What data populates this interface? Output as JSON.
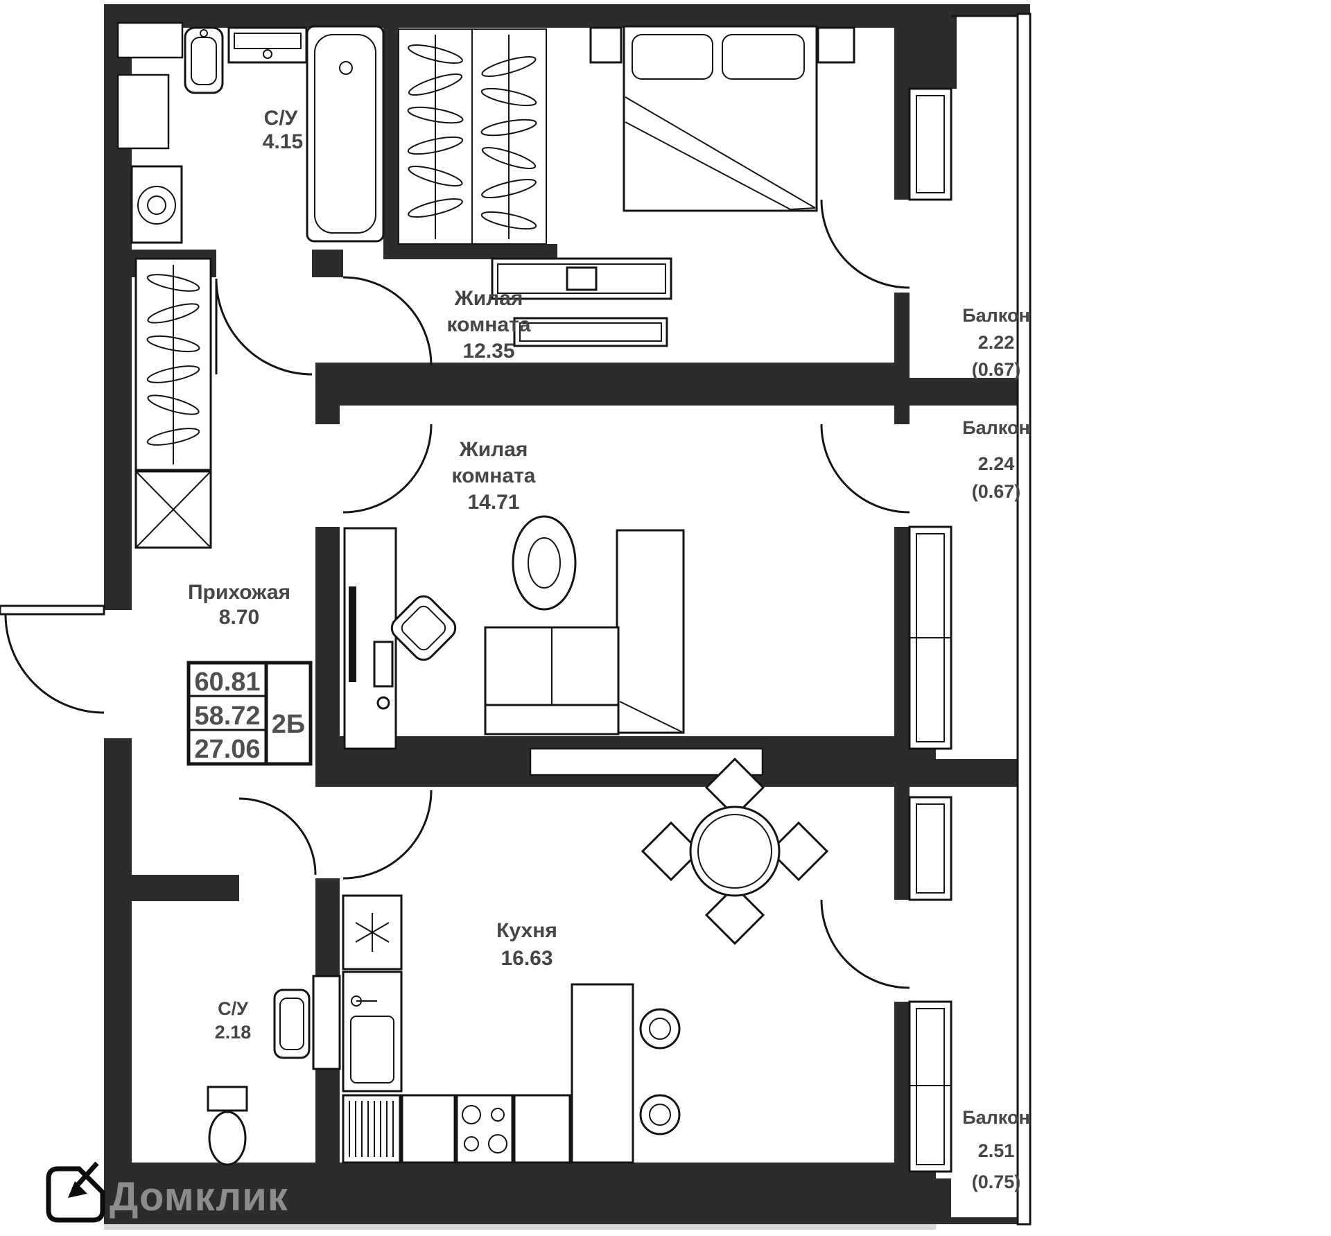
{
  "plan": {
    "rooms": {
      "bathroom_main": {
        "name": "С/У",
        "area": "4.15"
      },
      "bedroom": {
        "name_line1": "Жилая",
        "name_line2": "комната",
        "area": "12.35"
      },
      "living": {
        "name_line1": "Жилая",
        "name_line2": "комната",
        "area": "14.71"
      },
      "hallway": {
        "name": "Прихожая",
        "area": "8.70"
      },
      "kitchen": {
        "name": "Кухня",
        "area": "16.63"
      },
      "bathroom_small": {
        "name": "С/У",
        "area": "2.18"
      },
      "balcony_top": {
        "name": "Балкон",
        "area": "2.22",
        "reduced": "(0.67)"
      },
      "balcony_mid": {
        "name": "Балкон",
        "area": "2.24",
        "reduced": "(0.67)"
      },
      "balcony_bottom": {
        "name": "Балкон",
        "area": "2.51",
        "reduced": "(0.75)"
      }
    },
    "stamp": {
      "total": "60.81",
      "living_area": "58.72",
      "kitchen_area": "27.06",
      "type": "2Б"
    },
    "logo": {
      "text": "Домклик"
    },
    "colors": {
      "wall": "#2e2b2c",
      "line": "#141414",
      "label": "#464646",
      "stamp_text": "#4f4f4f",
      "logo_text": "#8c8c8c",
      "shadow": "#d9d9d9"
    }
  }
}
